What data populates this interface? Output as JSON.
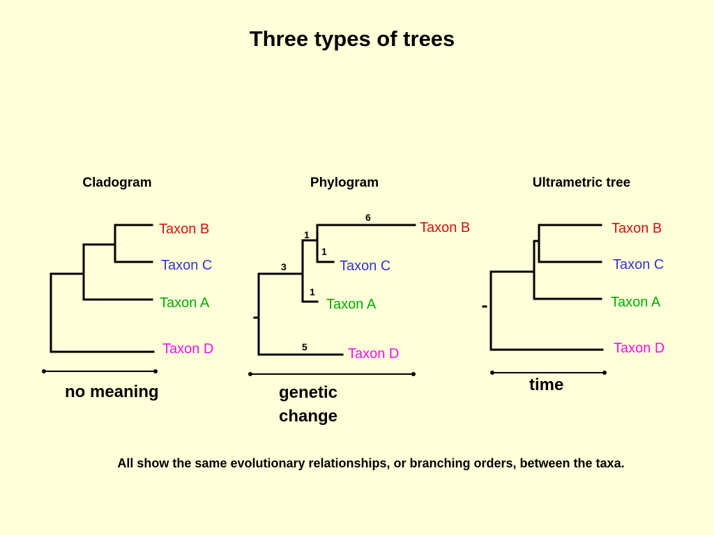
{
  "title": "Three types of trees",
  "colors": {
    "background": "#ffffd9",
    "taxon_b": "#cc1111",
    "taxon_c": "#3333cc",
    "taxon_a": "#00aa00",
    "taxon_d": "#ee11ee"
  },
  "panels": {
    "cladogram": {
      "heading": "Cladogram",
      "taxa": {
        "b": "Taxon B",
        "c": "Taxon C",
        "a": "Taxon A",
        "d": "Taxon D"
      },
      "axis_label": "no meaning"
    },
    "phylogram": {
      "heading": "Phylogram",
      "taxa": {
        "b": "Taxon B",
        "c": "Taxon C",
        "a": "Taxon A",
        "d": "Taxon D"
      },
      "branch_lengths": {
        "b": "6",
        "bc": "1",
        "c": "1",
        "a": "1",
        "bca": "3",
        "d": "5"
      },
      "axis_label": "genetic change"
    },
    "ultrametric": {
      "heading": "Ultrametric tree",
      "taxa": {
        "b": "Taxon B",
        "c": "Taxon C",
        "a": "Taxon A",
        "d": "Taxon D"
      },
      "axis_label": "time"
    }
  },
  "footnote": "All show the same evolutionary relationships, or branching orders, between the taxa."
}
